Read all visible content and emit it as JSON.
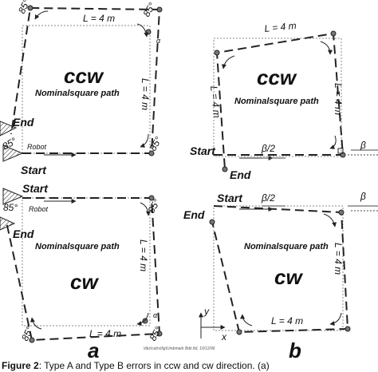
{
  "figure": {
    "panel_a_label": "a",
    "panel_b_label": "b",
    "watermark": "\\tikz\\calrs\\fig\\Umbmark Bdir.fid, 10/12/96"
  },
  "panels": {
    "a_ccw": {
      "direction": "ccw",
      "subtitle": "Nominalsquare path",
      "length_top": "L = 4 m",
      "length_side": "L = 4 m",
      "angles": [
        "85°",
        "85°",
        "85°",
        "85°"
      ],
      "alpha": "α",
      "end": "End",
      "start": "Start",
      "robot": "Robot"
    },
    "a_cw": {
      "direction": "cw",
      "subtitle": "Nominalsquare path",
      "length_bottom": "L = 4 m",
      "length_side": "L = 4 m",
      "angles": [
        "85°",
        "85°",
        "85°",
        "85°"
      ],
      "alpha": "α",
      "end": "End",
      "start": "Start",
      "robot": "Robot"
    },
    "b_ccw": {
      "direction": "ccw",
      "subtitle": "Nominalsquare path",
      "length_top": "L = 4 m",
      "length_side": "L = 4 m",
      "length_left": "L = 4 m",
      "beta_half": "β/2",
      "beta": "β",
      "end": "End",
      "start": "Start"
    },
    "b_cw": {
      "direction": "cw",
      "subtitle": "Nominalsquare path",
      "length_bottom": "L = 4 m",
      "length_side": "L = 4 m",
      "beta_half": "β/2",
      "beta": "β",
      "end": "End",
      "start": "Start",
      "axis_x": "x",
      "axis_y": "y"
    }
  },
  "caption": {
    "label": "Figure 2",
    "text": ": Type A and Type B errors in ccw and cw direction. (a)"
  }
}
